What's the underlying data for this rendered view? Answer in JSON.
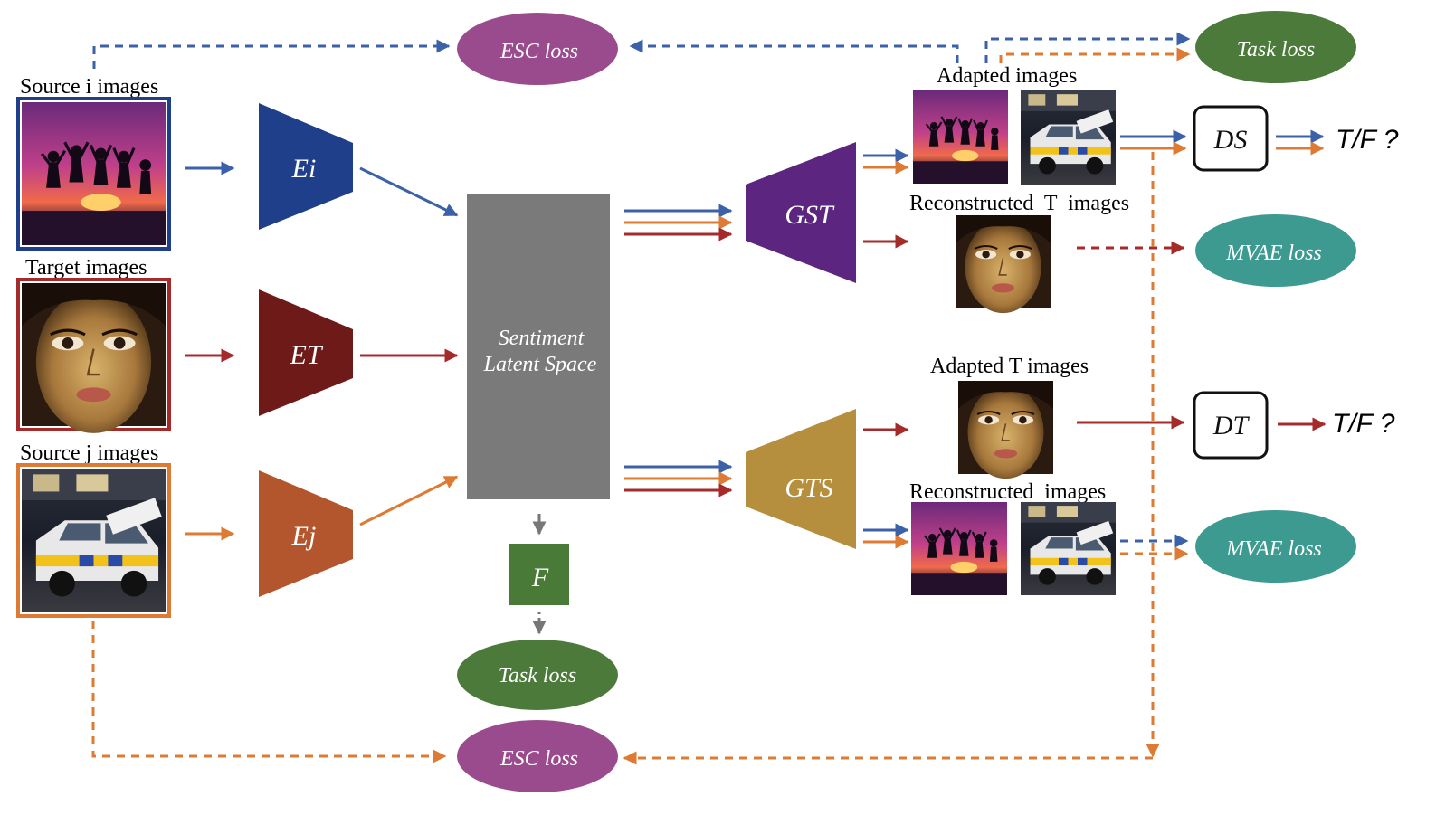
{
  "labels": {
    "source_i": "Source i images",
    "target": "Target images",
    "source_j": "Source j images",
    "adapted": "Adapted images",
    "reconstructed_t": "Reconstructed  T  images",
    "adapted_t": "Adapted T images",
    "reconstructed": "Reconstructed  images"
  },
  "nodes": {
    "enc_i": "Ei",
    "enc_t": "ET",
    "enc_j": "Ej",
    "latent_line1": "Sentiment",
    "latent_line2": "Latent Space",
    "gen_st": "GST",
    "gen_ts": "GTS",
    "classifier": "F",
    "disc_s": "DS",
    "disc_t": "DT",
    "tf_s": "T/F ?",
    "tf_t": "T/F ?"
  },
  "losses": {
    "esc_top": "ESC loss",
    "esc_bottom": "ESC loss",
    "task_top": "Task loss",
    "task_bottom": "Task loss",
    "mvae_top": "MVAE loss",
    "mvae_bottom": "MVAE loss"
  },
  "colors": {
    "blue": "#3b62a8",
    "red": "#a52a2a",
    "orange": "#dd7a33",
    "enc_i": "#1f3f8a",
    "enc_t": "#6e1a18",
    "enc_j": "#b3562e",
    "gen_st": "#5c2580",
    "gen_ts": "#b58f3e",
    "latent": "#7a7a7a",
    "classifier": "#4a7a38",
    "esc": "#9a4b8e",
    "task": "#4c7a3a",
    "mvae": "#3c9a90"
  },
  "icons": [
    "sunset-jump-photo",
    "painted-face-photo",
    "police-car-photo"
  ]
}
